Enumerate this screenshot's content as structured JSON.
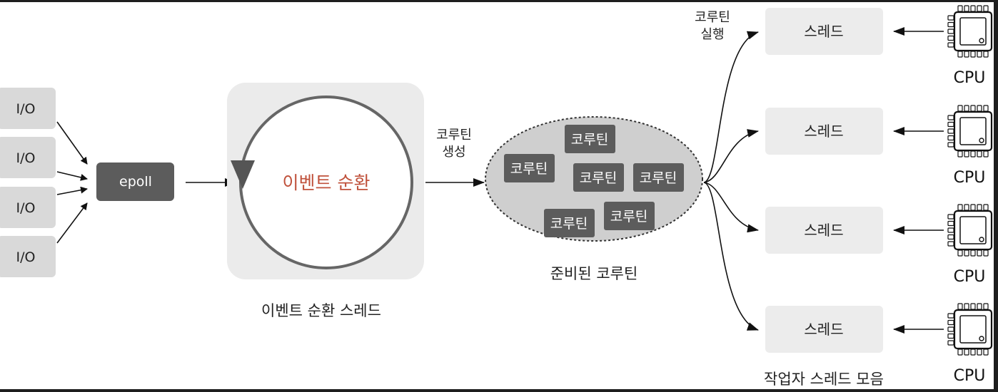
{
  "io_boxes": [
    "I/O",
    "I/O",
    "I/O",
    "I/O"
  ],
  "epoll": "epoll",
  "event_loop": {
    "label": "이벤트 순환",
    "caption": "이벤트 순환 스레드"
  },
  "create_label": [
    "코루틴",
    "생성"
  ],
  "ready_coroutines": {
    "items": [
      "코루틴",
      "코루틴",
      "코루틴",
      "코루틴",
      "코루틴",
      "코루틴"
    ],
    "caption": "준비된 코루틴"
  },
  "execute_label": [
    "코루틴",
    "실행"
  ],
  "threads": [
    "스레드",
    "스레드",
    "스레드",
    "스레드"
  ],
  "worker_caption": "작업자 스레드 모음",
  "cpus": [
    "CPU",
    "CPU",
    "CPU",
    "CPU"
  ],
  "colors": {
    "box_fill": "#d9d9d9",
    "dark_box": "#5c5c5c",
    "loop_bg": "#ebebeb",
    "thread_fill": "#ececec",
    "accent_text": "#c0523c"
  }
}
